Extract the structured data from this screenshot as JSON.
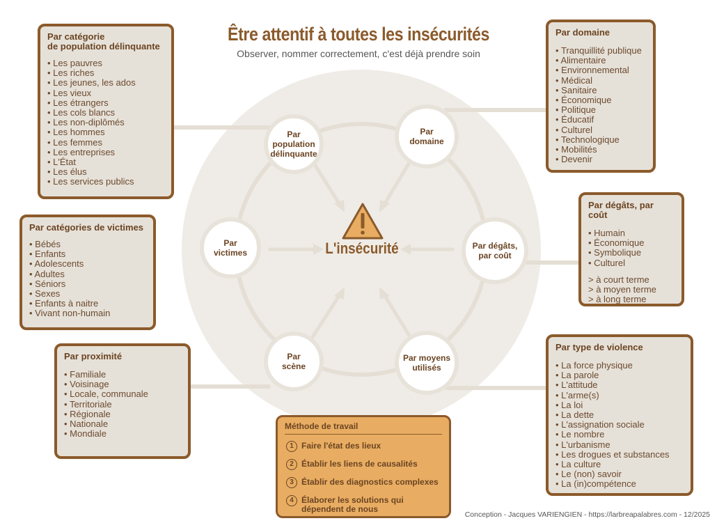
{
  "header": {
    "title": "Être attentif à toutes les insécurités",
    "subtitle": "Observer, nommer correctement, c'est déjà prendre soin"
  },
  "center": {
    "label": "L'insécurité",
    "icon": "warning-triangle-icon"
  },
  "nodes": {
    "population": [
      "Par",
      "population",
      "délinquante"
    ],
    "domaine": [
      "Par",
      "domaine"
    ],
    "degats": [
      "Par dégâts,",
      "par coût"
    ],
    "moyens": [
      "Par moyens",
      "utilisés"
    ],
    "scene": [
      "Par",
      "scène"
    ],
    "victimes": [
      "Par",
      "victimes"
    ]
  },
  "boxes": {
    "population": {
      "title": [
        "Par catégorie",
        "de population délinquante"
      ],
      "items": [
        "Les pauvres",
        "Les riches",
        "Les jeunes, les ados",
        "Les vieux",
        "Les étrangers",
        "Les cols blancs",
        "Les non-diplômés",
        "Les hommes",
        "Les femmes",
        "Les entreprises",
        "L'État",
        "Les élus",
        "Les services publics"
      ]
    },
    "domaine": {
      "title": "Par domaine",
      "items": [
        "Tranquillité publique",
        "Alimentaire",
        "Environnemental",
        "Médical",
        "Sanitaire",
        "Économique",
        "Politique",
        "Éducatif",
        "Culturel",
        "Technologique",
        "Mobilités",
        "Devenir"
      ]
    },
    "degats": {
      "title": "Par dégâts, par coût",
      "items": [
        "Humain",
        "Économique",
        "Symbolique",
        "Culturel"
      ],
      "terms": [
        "> à court terme",
        "> à moyen terme",
        "> à long terme"
      ]
    },
    "victimes": {
      "title": "Par catégories de victimes",
      "items": [
        "Bébés",
        "Enfants",
        "Adolescents",
        "Adultes",
        "Séniors",
        "Sexes",
        "Enfants à naitre",
        "Vivant non-humain"
      ]
    },
    "proximite": {
      "title": "Par proximité",
      "items": [
        "Familiale",
        "Voisinage",
        "Locale, communale",
        "Territoriale",
        "Régionale",
        "Nationale",
        "Mondiale"
      ]
    },
    "violence": {
      "title": "Par type de violence",
      "items": [
        "La force physique",
        "La parole",
        "L'attitude",
        "L'arme(s)",
        "La loi",
        "La dette",
        "L'assignation sociale",
        "Le nombre",
        "L'urbanisme",
        "Les drogues et substances",
        "La culture",
        "Le (non) savoir",
        "La (in)compétence"
      ]
    }
  },
  "method": {
    "title": "Méthode de travail",
    "steps": [
      {
        "num": "1",
        "text": "Faire l'état des lieux"
      },
      {
        "num": "2",
        "text": "Établir les liens de causalités"
      },
      {
        "num": "3",
        "text": "Établir des diagnostics complexes"
      },
      {
        "num": "4",
        "text": "Élaborer les solutions qui dépendent de nous"
      }
    ]
  },
  "credit": "Conception - Jacques VARIENGIEN - https://larbreapalabres.com -  12/2025",
  "colors": {
    "brown": "#8b5a2b",
    "box_bg": "#e6e1d8",
    "circle": "#efece7",
    "method_bg": "#e8ad62",
    "warning": "#e8ad62"
  }
}
